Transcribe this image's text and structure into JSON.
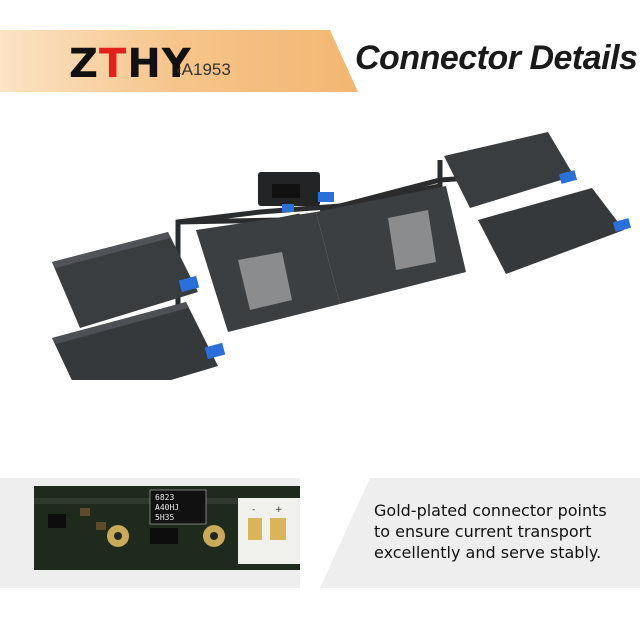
{
  "header": {
    "brand_prefix": "Z",
    "brand_accent": "T",
    "brand_suffix": "HY",
    "model": "‹A1953",
    "title": "Connector Details",
    "accent_color": "#f6c48a"
  },
  "footer": {
    "description_lines": [
      "Gold-plated connector points",
      "to ensure current transport",
      "excellently and serve stably."
    ],
    "pcb_label_lines": [
      "6823",
      "A40HJ",
      "5H35"
    ],
    "pcb_terminal_minus": "-",
    "pcb_terminal_plus": "+"
  },
  "colors": {
    "tab_blue": "#2b6fd8",
    "cell_dark": "#3a3d40",
    "board_green": "#1e2a1c"
  }
}
